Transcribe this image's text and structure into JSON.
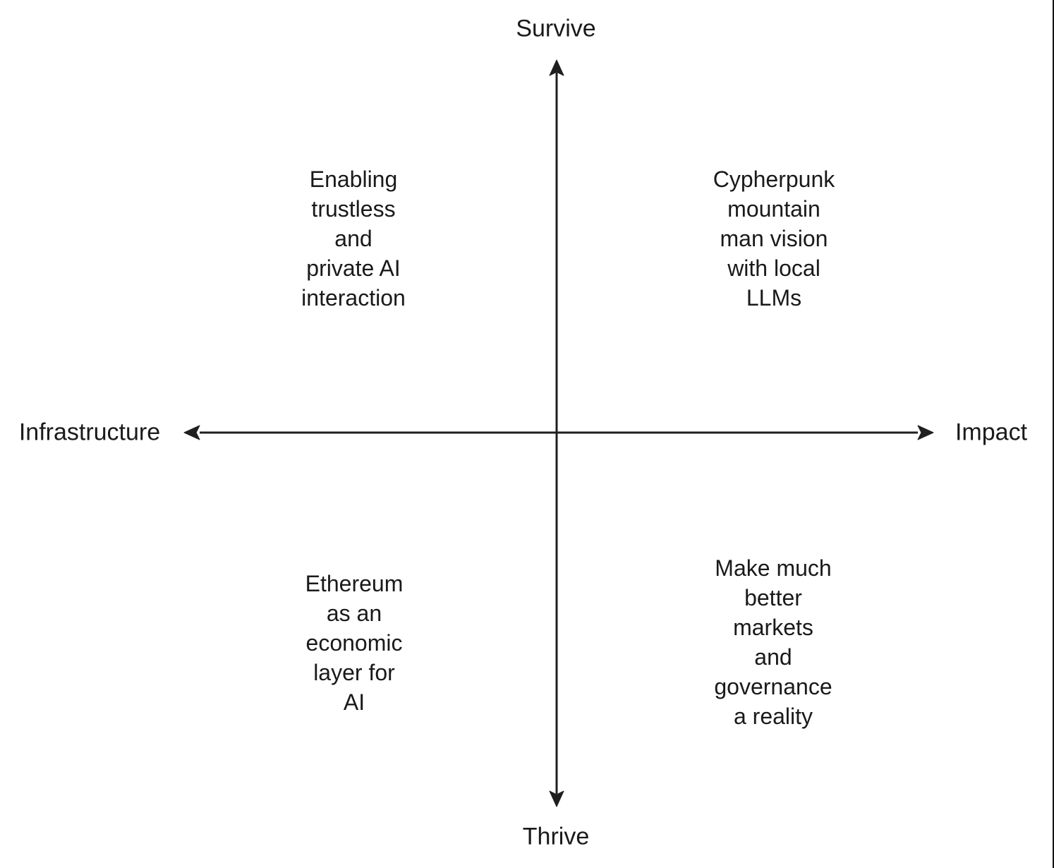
{
  "diagram": {
    "type": "quadrant-2x2",
    "axes": {
      "top": "Survive",
      "bottom": "Thrive",
      "left": "Infrastructure",
      "right": "Impact"
    },
    "quadrants": {
      "top_left": "Enabling\ntrustless\nand\nprivate AI\ninteraction",
      "top_right": "Cypherpunk\nmountain\nman vision\nwith local\nLLMs",
      "bottom_left": "Ethereum\nas an\neconomic\nlayer for\nAI",
      "bottom_right": "Make much\nbetter\nmarkets\nand\ngovernance\na reality"
    },
    "colors": {
      "background": "#ffffff",
      "line": "#1f1f1f",
      "text": "#1a1a1a"
    }
  }
}
